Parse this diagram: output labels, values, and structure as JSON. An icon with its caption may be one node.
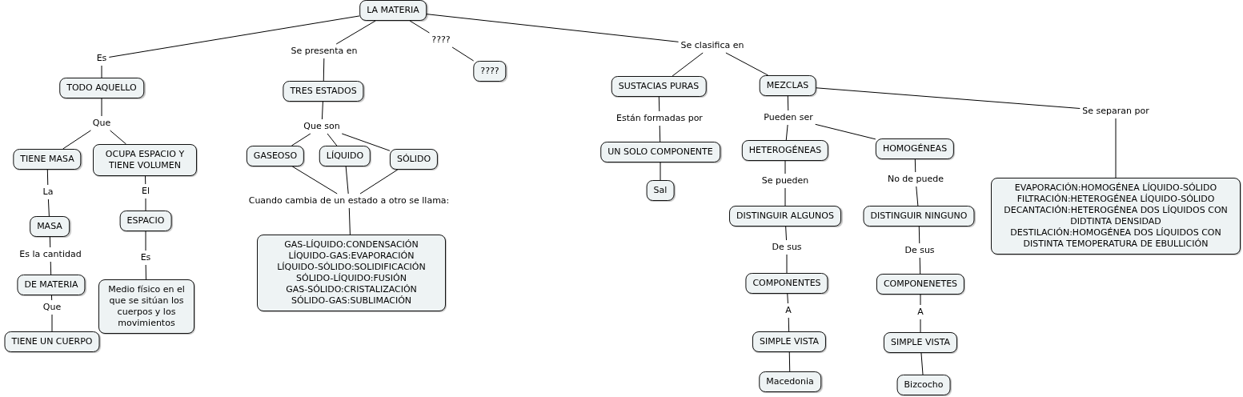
{
  "diagram": {
    "nodes": [
      {
        "text": [
          "LA MATERIA"
        ]
      },
      {
        "text": [
          "Es"
        ]
      },
      {
        "text": [
          "TODO AQUELLO"
        ]
      },
      {
        "text": [
          "Que"
        ]
      },
      {
        "text": [
          "TIENE MASA"
        ]
      },
      {
        "text": [
          "OCUPA ESPACIO Y TIENE VOLUMEN"
        ]
      },
      {
        "text": [
          "La"
        ]
      },
      {
        "text": [
          "MASA"
        ]
      },
      {
        "text": [
          "Es la cantidad"
        ]
      },
      {
        "text": [
          "DE MATERIA"
        ]
      },
      {
        "text": [
          "Que"
        ]
      },
      {
        "text": [
          "TIENE UN CUERPO"
        ]
      },
      {
        "text": [
          "El"
        ]
      },
      {
        "text": [
          "ESPACIO"
        ]
      },
      {
        "text": [
          "Es"
        ]
      },
      {
        "text": [
          "Medio físico en el que se sitúan los cuerpos y los movimientos"
        ]
      },
      {
        "text": [
          "Se presenta en"
        ]
      },
      {
        "text": [
          "TRES ESTADOS"
        ]
      },
      {
        "text": [
          "Que son"
        ]
      },
      {
        "text": [
          "GASEOSO"
        ]
      },
      {
        "text": [
          "LÍQUIDO"
        ]
      },
      {
        "text": [
          "SÓLIDO"
        ]
      },
      {
        "text": [
          "Cuando cambia de un estado a otro se llama:"
        ]
      },
      {
        "text": [
          "GAS-LÍQUIDO:CONDENSACIÓN",
          "LÍQUIDO-GAS:EVAPORACIÓN",
          "LÍQUIDO-SÓLIDO:SOLIDIFICACIÓN",
          "SÓLIDO-LÍQUIDO:FUSIÓN",
          "GAS-SÓLIDO:CRISTALIZACIÓN",
          "SÓLIDO-GAS:SUBLIMACIÓN"
        ]
      },
      {
        "text": [
          "????"
        ]
      },
      {
        "text": [
          "????"
        ]
      },
      {
        "text": [
          "Se clasifica en"
        ]
      },
      {
        "text": [
          "SUSTACIAS PURAS"
        ]
      },
      {
        "text": [
          "MEZCLAS"
        ]
      },
      {
        "text": [
          "Están formadas por"
        ]
      },
      {
        "text": [
          "UN SOLO COMPONENTE"
        ]
      },
      {
        "text": [
          "Sal"
        ]
      },
      {
        "text": [
          "Pueden ser"
        ]
      },
      {
        "text": [
          "HETEROGÉNEAS"
        ]
      },
      {
        "text": [
          "HOMOGÉNEAS"
        ]
      },
      {
        "text": [
          "Se separan por"
        ]
      },
      {
        "text": [
          "EVAPORACIÓN:HOMOGÉNEA LÍQUIDO-SÓLIDO",
          "FILTRACIÓN:HETEROGÉNEA LÍQUIDO-SÓLIDO",
          "DECANTACIÓN:HETEROGÉNEA DOS LÍQUIDOS CON DIDTINTA DENSIDAD",
          "DESTILACIÓN:HOMOGÉNEA DOS LÍQUIDOS CON DISTINTA TEMOPERATURA DE EBULLICIÓN"
        ]
      },
      {
        "text": [
          "Se pueden"
        ]
      },
      {
        "text": [
          "DISTINGUIR ALGUNOS"
        ]
      },
      {
        "text": [
          "No de puede"
        ]
      },
      {
        "text": [
          "DISTINGUIR NINGUNO"
        ]
      },
      {
        "text": [
          "De sus"
        ]
      },
      {
        "text": [
          "COMPONENTES"
        ]
      },
      {
        "text": [
          "De sus"
        ]
      },
      {
        "text": [
          "COMPONENETES"
        ]
      },
      {
        "text": [
          "A"
        ]
      },
      {
        "text": [
          "SIMPLE VISTA"
        ]
      },
      {
        "text": [
          "A"
        ]
      },
      {
        "text": [
          "SIMPLE VISTA"
        ]
      },
      {
        "text": [
          "Macedonia"
        ]
      },
      {
        "text": [
          "Bizcocho"
        ]
      }
    ],
    "edges": [
      {
        "from": 0,
        "to": 1,
        "arrow": "none"
      },
      {
        "from": 1,
        "to": 2,
        "arrow": "none"
      },
      {
        "from": 2,
        "to": 3,
        "arrow": "none"
      },
      {
        "from": 3,
        "to": 4,
        "arrow": "none"
      },
      {
        "from": 3,
        "to": 5,
        "arrow": "none"
      },
      {
        "from": 4,
        "to": 6,
        "arrow": "none"
      },
      {
        "from": 6,
        "to": 7,
        "arrow": "none"
      },
      {
        "from": 7,
        "to": 8,
        "arrow": "none"
      },
      {
        "from": 8,
        "to": 9,
        "arrow": "none"
      },
      {
        "from": 9,
        "to": 10,
        "arrow": "none"
      },
      {
        "from": 10,
        "to": 11,
        "arrow": "none"
      },
      {
        "from": 5,
        "to": 12,
        "arrow": "none"
      },
      {
        "from": 12,
        "to": 13,
        "arrow": "none"
      },
      {
        "from": 13,
        "to": 14,
        "arrow": "none"
      },
      {
        "from": 14,
        "to": 15,
        "arrow": "none"
      },
      {
        "from": 0,
        "to": 16,
        "arrow": "none"
      },
      {
        "from": 16,
        "to": 17,
        "arrow": "none"
      },
      {
        "from": 17,
        "to": 18,
        "arrow": "none"
      },
      {
        "from": 18,
        "to": 19,
        "arrow": "none"
      },
      {
        "from": 18,
        "to": 20,
        "arrow": "none"
      },
      {
        "from": 18,
        "to": 21,
        "arrow": "none"
      },
      {
        "from": 19,
        "to": 22,
        "arrow": "none"
      },
      {
        "from": 20,
        "to": 22,
        "arrow": "none"
      },
      {
        "from": 21,
        "to": 22,
        "arrow": "none"
      },
      {
        "from": 22,
        "to": 23,
        "arrow": "none"
      },
      {
        "from": 0,
        "to": 24,
        "arrow": "none"
      },
      {
        "from": 24,
        "to": 25,
        "arrow": "none"
      },
      {
        "from": 0,
        "to": 26,
        "arrow": "none"
      },
      {
        "from": 26,
        "to": 27,
        "arrow": "none"
      },
      {
        "from": 26,
        "to": 28,
        "arrow": "none"
      },
      {
        "from": 27,
        "to": 29,
        "arrow": "none"
      },
      {
        "from": 29,
        "to": 30,
        "arrow": "none"
      },
      {
        "from": 30,
        "to": 31,
        "arrow": "none"
      },
      {
        "from": 28,
        "to": 32,
        "arrow": "none"
      },
      {
        "from": 32,
        "to": 33,
        "arrow": "none"
      },
      {
        "from": 32,
        "to": 34,
        "arrow": "none"
      },
      {
        "from": 28,
        "to": 35,
        "arrow": "none"
      },
      {
        "from": 35,
        "to": 36,
        "arrow": "none"
      },
      {
        "from": 33,
        "to": 37,
        "arrow": "none"
      },
      {
        "from": 37,
        "to": 38,
        "arrow": "none"
      },
      {
        "from": 34,
        "to": 39,
        "arrow": "none"
      },
      {
        "from": 39,
        "to": 40,
        "arrow": "none"
      },
      {
        "from": 38,
        "to": 41,
        "arrow": "none"
      },
      {
        "from": 41,
        "to": 42,
        "arrow": "none"
      },
      {
        "from": 40,
        "to": 43,
        "arrow": "none"
      },
      {
        "from": 43,
        "to": 44,
        "arrow": "none"
      },
      {
        "from": 42,
        "to": 45,
        "arrow": "none"
      },
      {
        "from": 45,
        "to": 46,
        "arrow": "none"
      },
      {
        "from": 44,
        "to": 47,
        "arrow": "none"
      },
      {
        "from": 47,
        "to": 48,
        "arrow": "none"
      },
      {
        "from": 46,
        "to": 49,
        "arrow": "none"
      },
      {
        "from": 48,
        "to": 50,
        "arrow": "none"
      }
    ]
  }
}
